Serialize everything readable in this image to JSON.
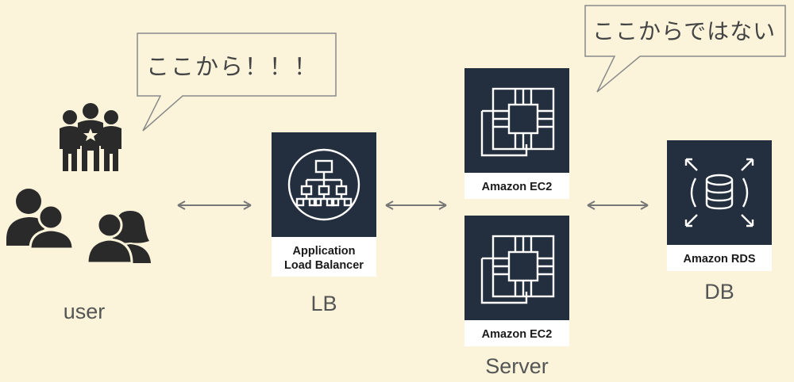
{
  "callouts": {
    "left": "ここから！！！",
    "right": "ここからではない"
  },
  "nodes": {
    "lb": {
      "label_line1": "Application",
      "label_line2": "Load Balancer",
      "group": "LB",
      "icon": "load-balancer-icon"
    },
    "ec2_top": {
      "label": "Amazon EC2",
      "icon": "ec2-chip-icon"
    },
    "ec2_bottom": {
      "label": "Amazon EC2",
      "icon": "ec2-chip-icon"
    },
    "rds": {
      "label": "Amazon RDS",
      "icon": "rds-database-icon"
    }
  },
  "groups": {
    "user": "user",
    "lb": "LB",
    "server": "Server",
    "db": "DB"
  },
  "colors": {
    "background": "#fbf4db",
    "aws_tile": "#232f3e",
    "callout_border": "#8a8a8a",
    "arrow": "#777777",
    "user_icons": "#2a2a2a"
  }
}
